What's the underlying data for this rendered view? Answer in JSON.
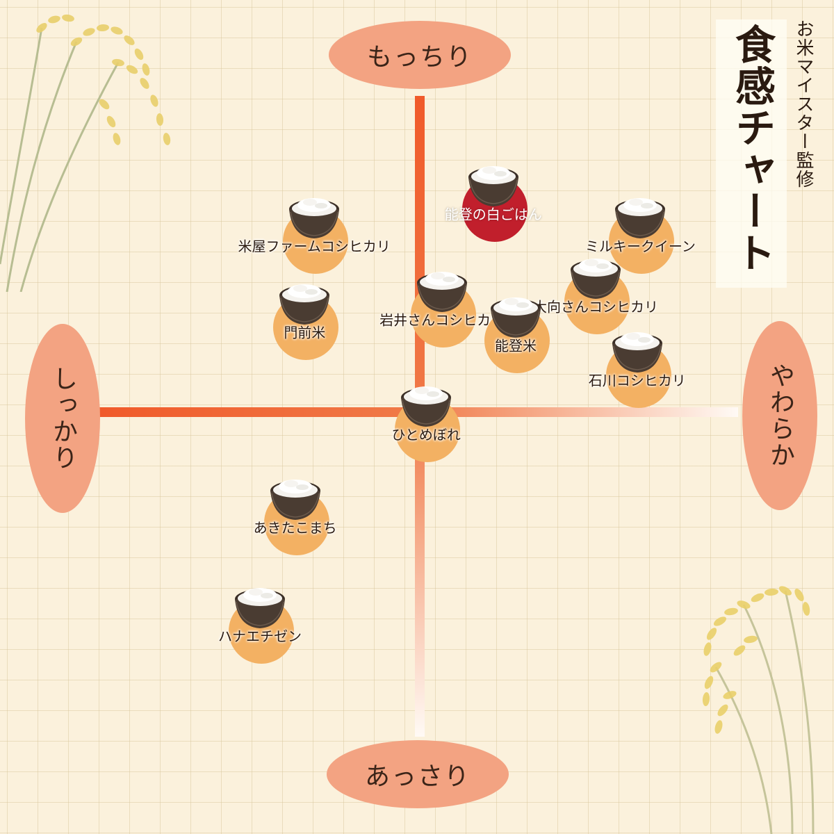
{
  "title": "食感チャート",
  "subtitle": "お米マイスター監修",
  "axes": {
    "top": "もっちり",
    "bottom": "あっさり",
    "left": "しっかり",
    "right": "やわらか"
  },
  "colors": {
    "background": "#fbf1dc",
    "axis": "#f05a2a",
    "pole": "#f3a382",
    "disc": "#f3b163",
    "highlight": "#c11f2c"
  },
  "chart_data": {
    "type": "scatter",
    "title": "食感チャート",
    "xlabel_left": "しっかり",
    "xlabel_right": "やわらか",
    "ylabel_top": "もっちり",
    "ylabel_bottom": "あっさり",
    "xlim": [
      -10,
      10
    ],
    "ylim": [
      -10,
      10
    ],
    "grid": true,
    "points": [
      {
        "label": "能登の白ごはん",
        "x": 2.3,
        "y": 7.0,
        "highlight": true
      },
      {
        "label": "米屋ファームコシヒカリ",
        "x": -3.3,
        "y": 6.0,
        "highlight": false
      },
      {
        "label": "ミルキークイーン",
        "x": 6.9,
        "y": 6.0,
        "highlight": false
      },
      {
        "label": "門前米",
        "x": -3.6,
        "y": 3.3,
        "highlight": false
      },
      {
        "label": "岩井さんコシヒカリ",
        "x": 0.7,
        "y": 3.7,
        "highlight": false
      },
      {
        "label": "大向さんコシヒカリ",
        "x": 5.5,
        "y": 4.1,
        "highlight": false
      },
      {
        "label": "能登米",
        "x": 3.0,
        "y": 2.9,
        "highlight": false
      },
      {
        "label": "石川コシヒカリ",
        "x": 6.8,
        "y": 1.8,
        "highlight": false
      },
      {
        "label": "ひとめぼれ",
        "x": 0.2,
        "y": 0.1,
        "highlight": false
      },
      {
        "label": "あきたこまち",
        "x": -3.9,
        "y": -2.8,
        "highlight": false
      },
      {
        "label": "ハナエチゼン",
        "x": -5.0,
        "y": -6.2,
        "highlight": false
      }
    ]
  }
}
